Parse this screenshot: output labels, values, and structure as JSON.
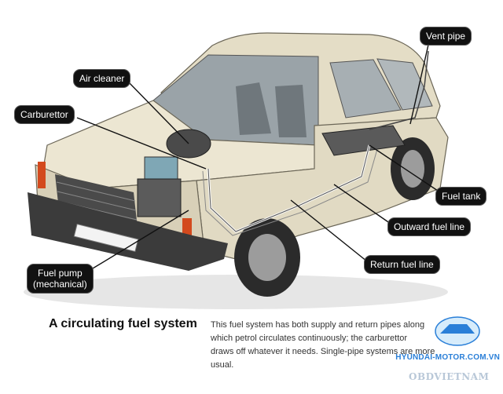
{
  "labels": {
    "vent_pipe": "Vent pipe",
    "air_cleaner": "Air cleaner",
    "carburettor": "Carburettor",
    "fuel_tank": "Fuel tank",
    "outward_fuel_line": "Outward fuel line",
    "return_fuel_line": "Return fuel line",
    "fuel_pump_line1": "Fuel pump",
    "fuel_pump_line2": "(mechanical)"
  },
  "title": "A circulating fuel system",
  "caption_lines": [
    "This fuel system has both supply and return pipes along",
    "which petrol circulates continuously; the carburettor",
    "draws off whatever it needs. Single-pipe systems are more",
    "usual."
  ],
  "logo_text": "HYUNDAI-MOTOR.COM.VN",
  "watermark_text": "OBDVIETNAM",
  "colors": {
    "body": "#e9e3cf",
    "shade": "#cfc6ad",
    "dark": "#3a3a3a",
    "callout": "#111111",
    "logo": "#2a7fd8"
  }
}
